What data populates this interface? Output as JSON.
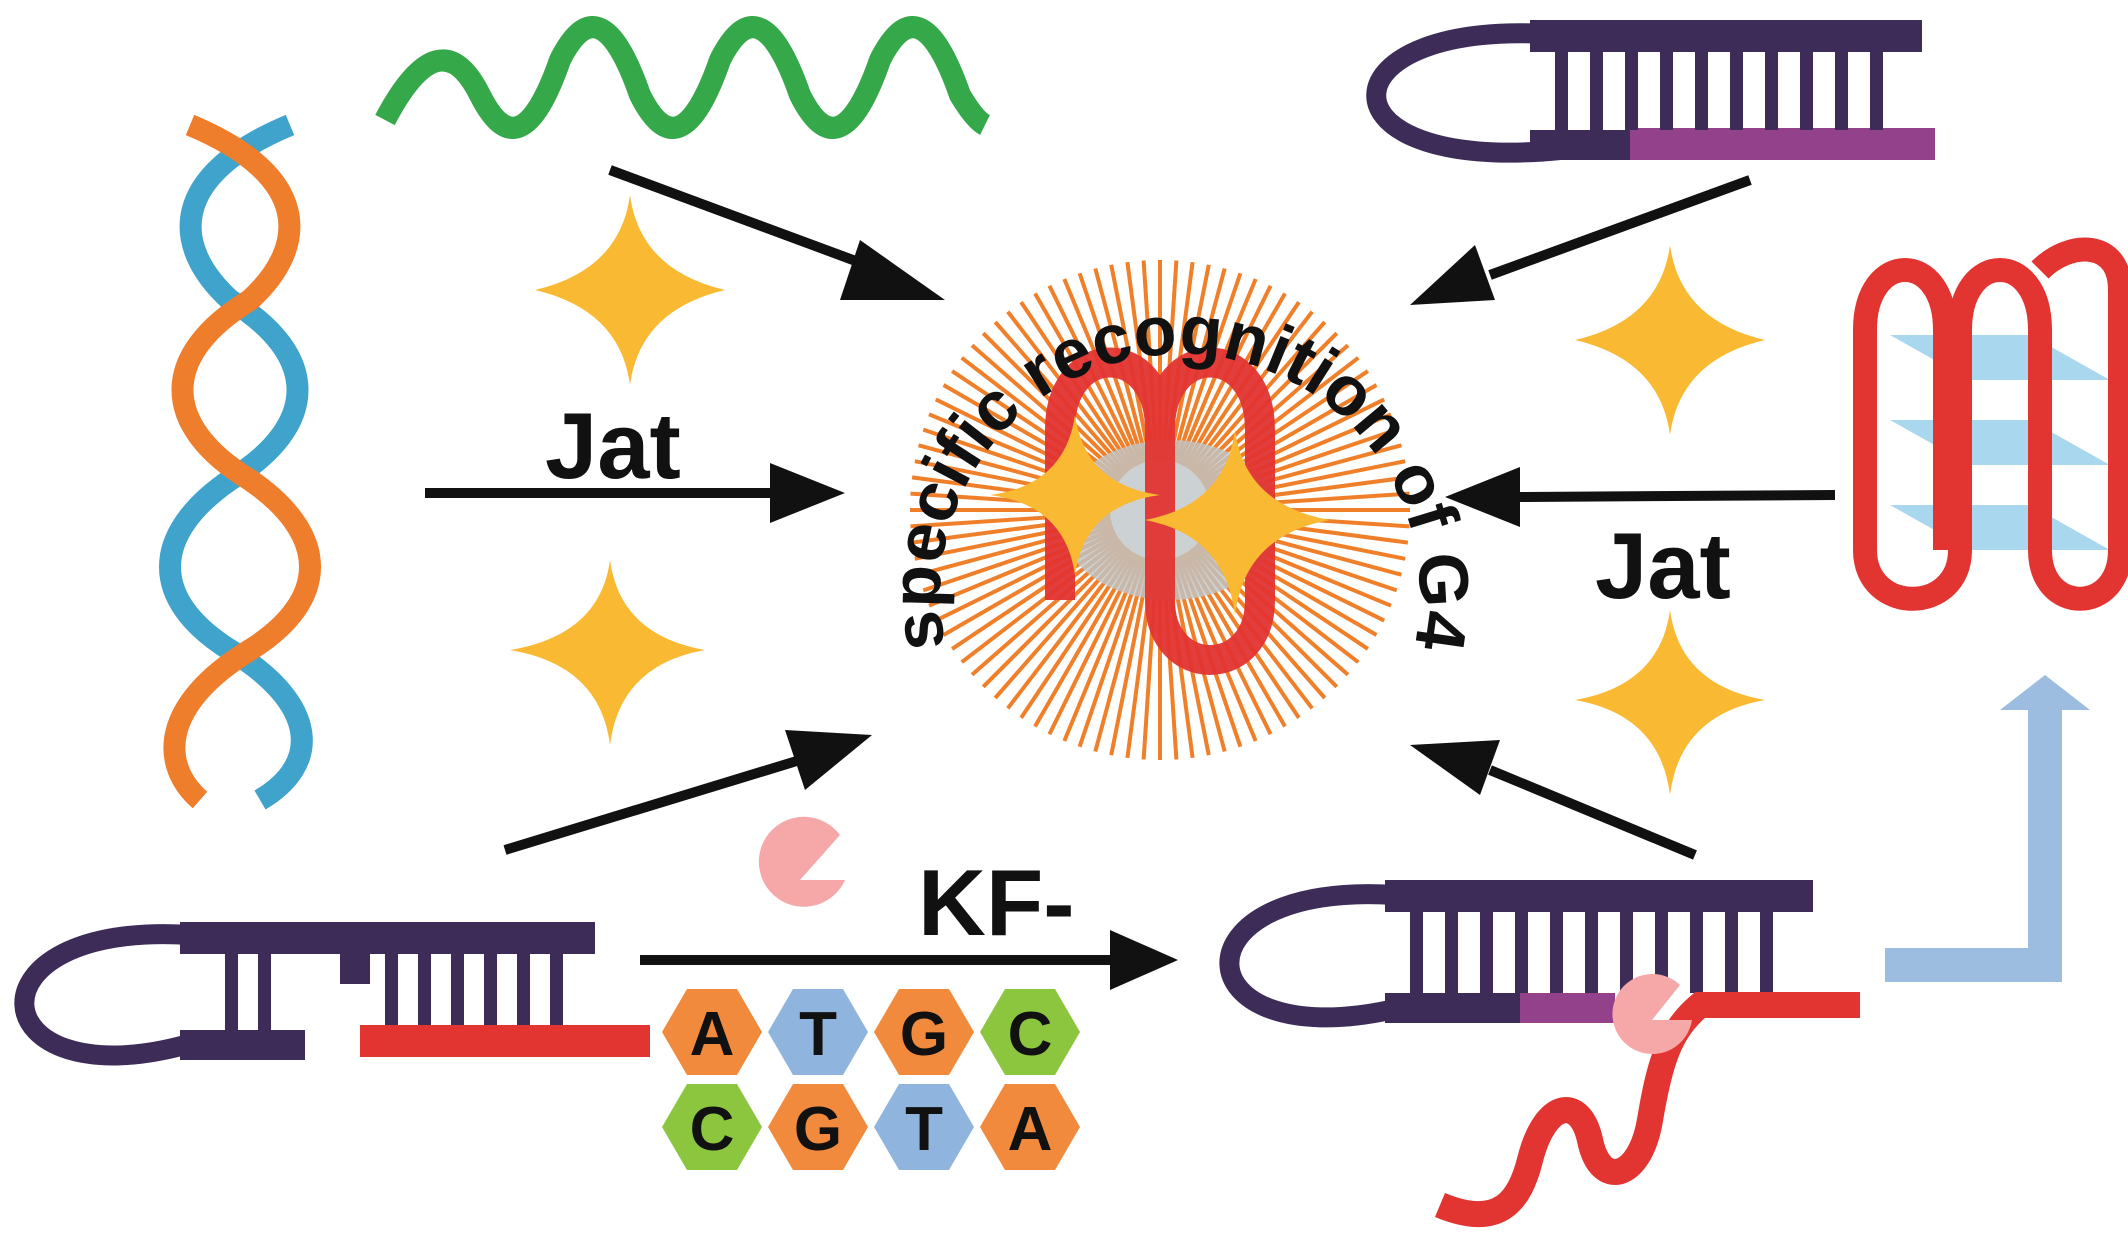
{
  "labels": {
    "jat_left": "Jat",
    "jat_right": "Jat",
    "kf": "KF-",
    "circle_text": "specific recognition of G4"
  },
  "nucleotides": {
    "row1": [
      "A",
      "T",
      "G",
      "C"
    ],
    "row2": [
      "C",
      "G",
      "T",
      "A"
    ]
  },
  "colors": {
    "dna_blue": "#3fa3cb",
    "dna_orange": "#ee7d2c",
    "ssdna_green": "#35a84a",
    "hairpin_purple": "#3d2c58",
    "stem_magenta": "#93418b",
    "g4_red": "#e23430",
    "star_yellow": "#f9b933",
    "arrow_black": "#111111",
    "light_blue_arrow": "#9dbde0",
    "g4_plane": "#a9d8ee",
    "enzyme_pink": "#f6a8a9",
    "hex_orange": "#f28a3d",
    "hex_blue": "#8fb4de",
    "hex_green": "#8cc63f",
    "rays_orange": "#f07f2a"
  }
}
